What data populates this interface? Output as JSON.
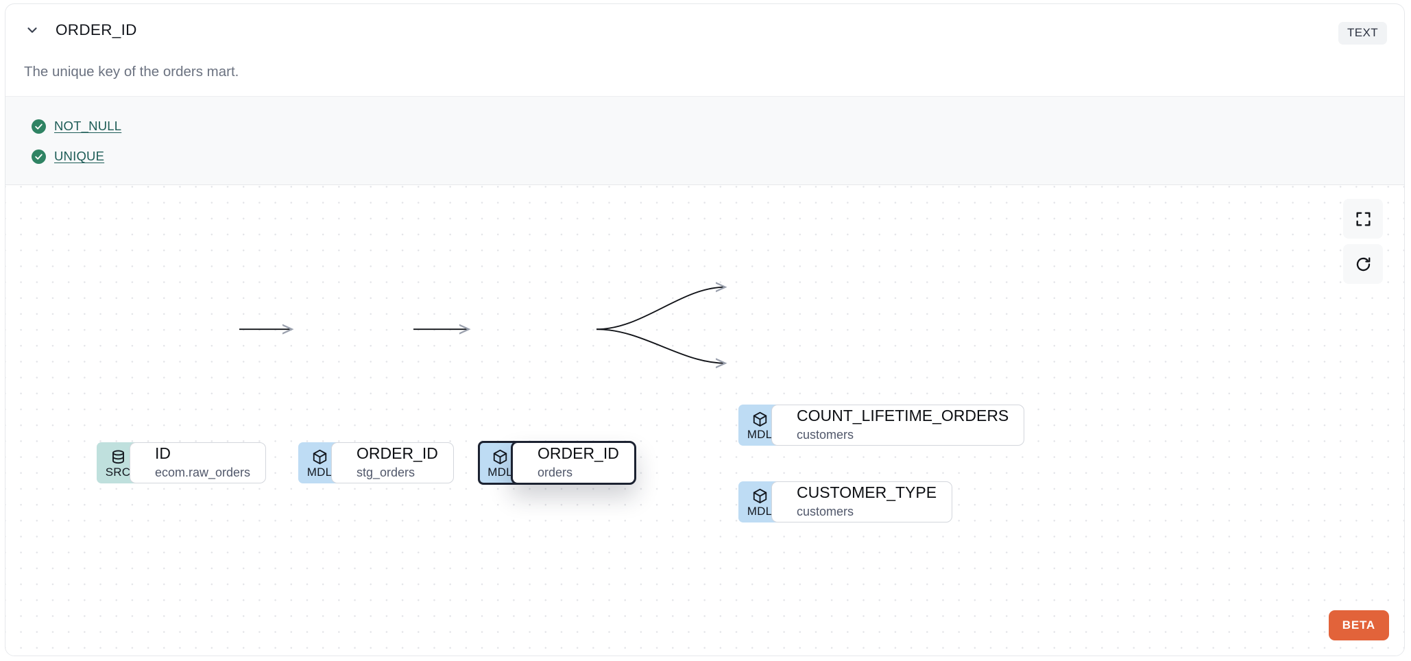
{
  "header": {
    "collapse_icon": "chevron-down-icon",
    "title": "ORDER_ID",
    "type_badge": "TEXT",
    "description": "The unique key of the orders mart."
  },
  "tests": {
    "items": [
      {
        "label": "NOT_NULL",
        "status": "passed",
        "icon": "check-circle-icon"
      },
      {
        "label": "UNIQUE",
        "status": "passed",
        "icon": "check-circle-icon"
      }
    ]
  },
  "lineage": {
    "nodes": [
      {
        "id": "src-id",
        "tag": "SRC",
        "tag_icon": "database-icon",
        "name": "ID",
        "subtitle": "ecom.raw_orders",
        "selected": false
      },
      {
        "id": "mdl-stg-orders",
        "tag": "MDL",
        "tag_icon": "cube-icon",
        "name": "ORDER_ID",
        "subtitle": "stg_orders",
        "selected": false
      },
      {
        "id": "mdl-orders",
        "tag": "MDL",
        "tag_icon": "cube-icon",
        "name": "ORDER_ID",
        "subtitle": "orders",
        "selected": true
      },
      {
        "id": "mdl-count-lifetime-orders",
        "tag": "MDL",
        "tag_icon": "cube-icon",
        "name": "COUNT_LIFETIME_ORDERS",
        "subtitle": "customers",
        "selected": false
      },
      {
        "id": "mdl-customer-type",
        "tag": "MDL",
        "tag_icon": "cube-icon",
        "name": "CUSTOMER_TYPE",
        "subtitle": "customers",
        "selected": false
      }
    ],
    "controls": [
      {
        "name": "fit-view-button",
        "icon": "fullscreen-icon"
      },
      {
        "name": "refresh-button",
        "icon": "refresh-icon"
      }
    ],
    "beta_badge": "BETA"
  },
  "colors": {
    "src_tag_bg": "#bfe0dd",
    "mdl_tag_bg": "#bedcf4",
    "test_pass": "#2f8363",
    "test_link": "#1d5c56",
    "beta": "#e2633a",
    "selected_border": "#1c2231"
  }
}
